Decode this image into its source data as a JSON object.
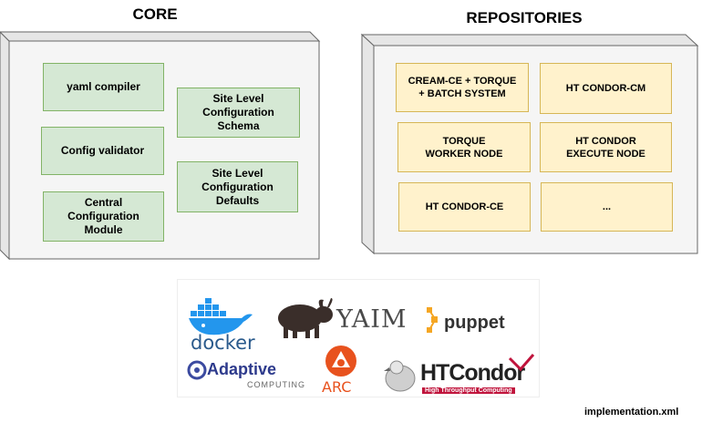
{
  "core": {
    "title": "CORE",
    "boxes": [
      "yaml compiler",
      "Config validator",
      "Central Configuration Module",
      "Site Level Configuration Schema",
      "Site Level Configuration Defaults"
    ]
  },
  "repositories": {
    "title": "REPOSITORIES",
    "boxes": [
      "CREAM-CE + TORQUE + BATCH SYSTEM",
      "HT CONDOR-CM",
      "TORQUE WORKER NODE",
      "HT CONDOR EXECUTE NODE",
      "HT CONDOR-CE",
      "..."
    ]
  },
  "logos": {
    "docker": "docker",
    "yaim": "YAIM",
    "puppet": "puppet",
    "adaptive": "Adaptive",
    "adaptive_sub": "COMPUTING",
    "arc": "ARC",
    "htcondor": "HTCondor",
    "htcondor_sub": "High Throughput Computing"
  },
  "footer": "implementation.xml",
  "colors": {
    "green_fill": "#d5e8d4",
    "green_border": "#82b366",
    "yellow_fill": "#fff2cc",
    "yellow_border": "#d6b656",
    "cube_fill": "#f5f5f5"
  }
}
